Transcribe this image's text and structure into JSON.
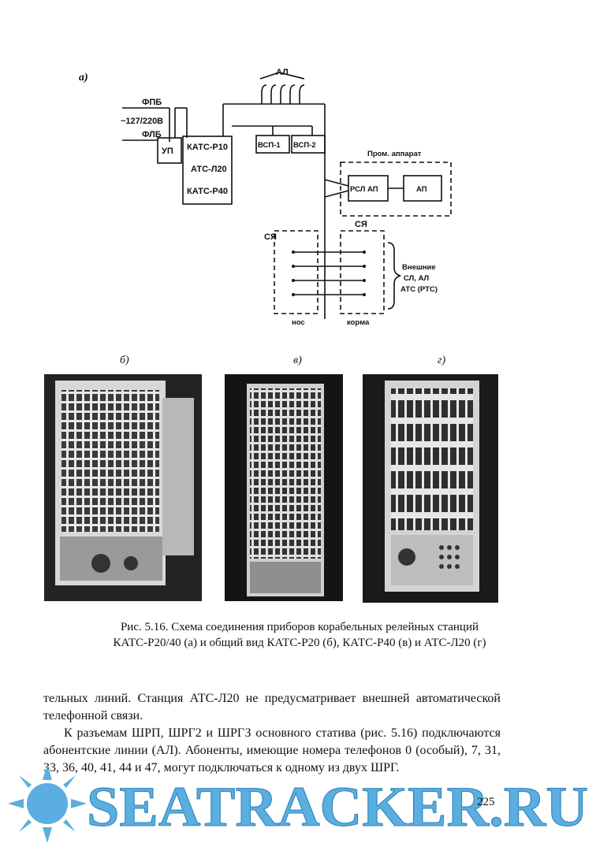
{
  "diagram": {
    "label_a": "а)",
    "fpb": "ФПБ",
    "voltage": "~127/220В",
    "flb": "ФЛБ",
    "up": "УП",
    "station_1": "КАТС-Р10",
    "station_2": "АТС-Л20",
    "station_3": "КАТС-Р40",
    "al": "АЛ",
    "vsp1": "ВСП-1",
    "vsp2": "ВСП-2",
    "prom": "Пром. аппарат",
    "rsl": "РСЛ АП",
    "ap": "АП",
    "sya_left": "СЯ",
    "sya_right": "СЯ",
    "ext_1": "Внешние",
    "ext_2": "СЛ, АЛ",
    "ext_3": "АТС (РТС)",
    "nos": "нос",
    "korma": "корма"
  },
  "photos": {
    "label_b": "б)",
    "label_v": "в)",
    "label_g": "г)"
  },
  "caption": {
    "line1": "Рис. 5.16. Схема соединения приборов корабельных релейных станций",
    "line2": "КАТС-Р20/40 (а) и общий вид КАТС-Р20 (б), КАТС-Р40 (в) и АТС-Л20 (г)"
  },
  "body": {
    "para1": "тельных линий. Станция АТС-Л20 не предусматривает внешней автоматической телефонной связи.",
    "para2": "К разъемам ШРП, ШРГ2 и ШРГЗ основного статива (рис. 5.16) подключаются абонентские линии (АЛ). Абоненты, имеющие номера телефонов 0 (особый), 7, 31, 33, 36, 40, 41, 44 и 47, могут подключаться к одному из двух ШРГ."
  },
  "page_number": "225",
  "watermark": {
    "text": "SEATRACKER.RU",
    "color": "#5aaee0"
  }
}
